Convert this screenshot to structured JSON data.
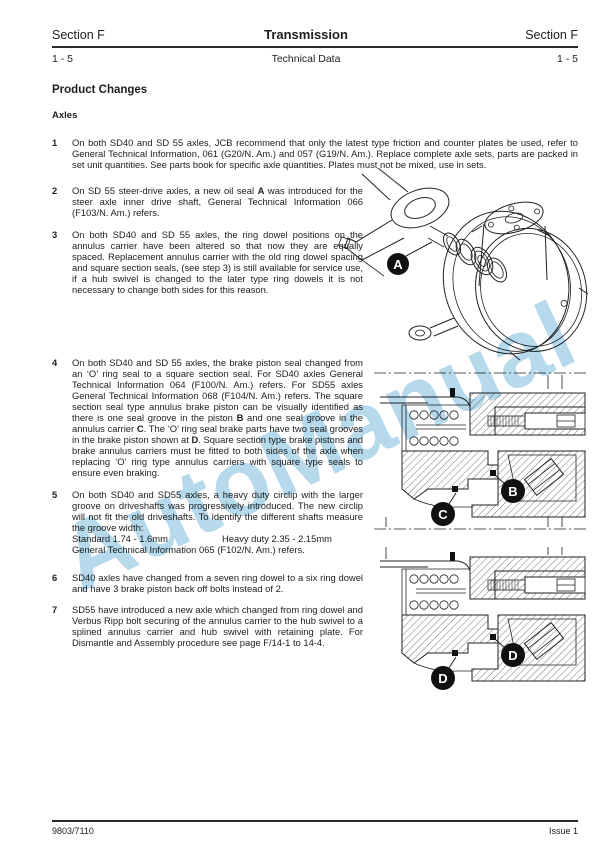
{
  "header": {
    "left_section": "Section F",
    "center_title": "Transmission",
    "right_section": "Section F",
    "left_page": "1 - 5",
    "center_subtitle": "Technical Data",
    "right_page": "1 - 5"
  },
  "section": {
    "title": "Product Changes",
    "subtitle": "Axles"
  },
  "items": [
    {
      "num": "1",
      "segments": [
        {
          "t": "On both SD40 and SD 55 axles, JCB recommend that only the latest type friction and counter plates be used, refer to General Technical Information, 061 (G20/N. Am.) and 057 (G19/N. Am.). Replace complete axle sets, parts are packed in set unit quantities. See parts book for specific axle quantities. Plates must not be mixed, use in sets."
        }
      ]
    },
    {
      "num": "2",
      "segments": [
        {
          "t": "On SD 55 steer-drive axles, a new oil seal "
        },
        {
          "t": "A",
          "b": true
        },
        {
          "t": " was introduced for the steer axle inner drive shaft, General Technical Information 066 (F103/N. Am.) refers."
        }
      ]
    },
    {
      "num": "3",
      "segments": [
        {
          "t": "On both SD40 and SD 55 axles, the ring dowel positions on the annulus carrier have been altered so that now they are equally spaced. Replacement annulus carrier with the old ring dowel spacing and square section seals, (see step 3) is still available for service use, if a hub swivel is changed to the later type ring dowels it is not necessary to change both sides for this reason."
        }
      ]
    },
    {
      "num": "4",
      "segments": [
        {
          "t": "On both SD40 and SD 55 axles, the brake piston seal changed from an ‘O’ ring seal to a square section seal. For SD40 axles General Technical Information 064 (F100/N. Am.) refers. For SD55 axles General Technical Information 068 (F104/N. Am.) refers. The square section seal type annulus brake piston can be visually identified as there is one seal groove in the piston "
        },
        {
          "t": "B",
          "b": true
        },
        {
          "t": " and one seal groove in the annulus carrier "
        },
        {
          "t": "C",
          "b": true
        },
        {
          "t": ". The ‘O’ ring seal brake parts have two seal grooves in the brake piston shown at "
        },
        {
          "t": "D",
          "b": true
        },
        {
          "t": ". Square section type brake pistons and brake annulus carriers must be fitted to both sides of the axle when replacing ‘O’ ring type annulus carriers with square type seals to ensure even braking."
        }
      ]
    },
    {
      "num": "5",
      "segments": [
        {
          "t": "On both SD40 and SD55 axles, a heavy duty circlip with the larger groove on driveshafts was progressively introduced. The new circlip will not fit the old driveshafts. To identify the different shafts measure the groove width:"
        }
      ],
      "standard": "Standard 1.74 - 1.6mm",
      "heavy_duty": "Heavy duty 2.35 - 2.15mm",
      "reference": "General Technical Information 065 (F102/N. Am.) refers."
    },
    {
      "num": "6",
      "segments": [
        {
          "t": "SD40 axles have changed from a seven ring dowel to a six ring dowel and have 3 brake piston back off bolts instead of 2."
        }
      ]
    },
    {
      "num": "7",
      "segments": [
        {
          "t": "SD55 have introduced a new axle which changed from ring dowel and Verbus Ripp bolt securing of the annulus carrier to the hub swivel to a splined annulus carrier and hub swivel with retaining plate. For Dismantle and Assembly procedure see page F/14-1 to 14-4."
        }
      ]
    }
  ],
  "figures": {
    "axle_assembly": {
      "callout_a": "A"
    },
    "section_new_seal": {
      "callout_b": "B",
      "callout_c": "C"
    },
    "section_old_seal": {
      "callout_d1": "D",
      "callout_d2": "D"
    }
  },
  "watermark": {
    "text": "AutoManual",
    "color": "#a9d2e9"
  },
  "footer": {
    "publication": "9803/7110",
    "issue": "Issue 1"
  }
}
